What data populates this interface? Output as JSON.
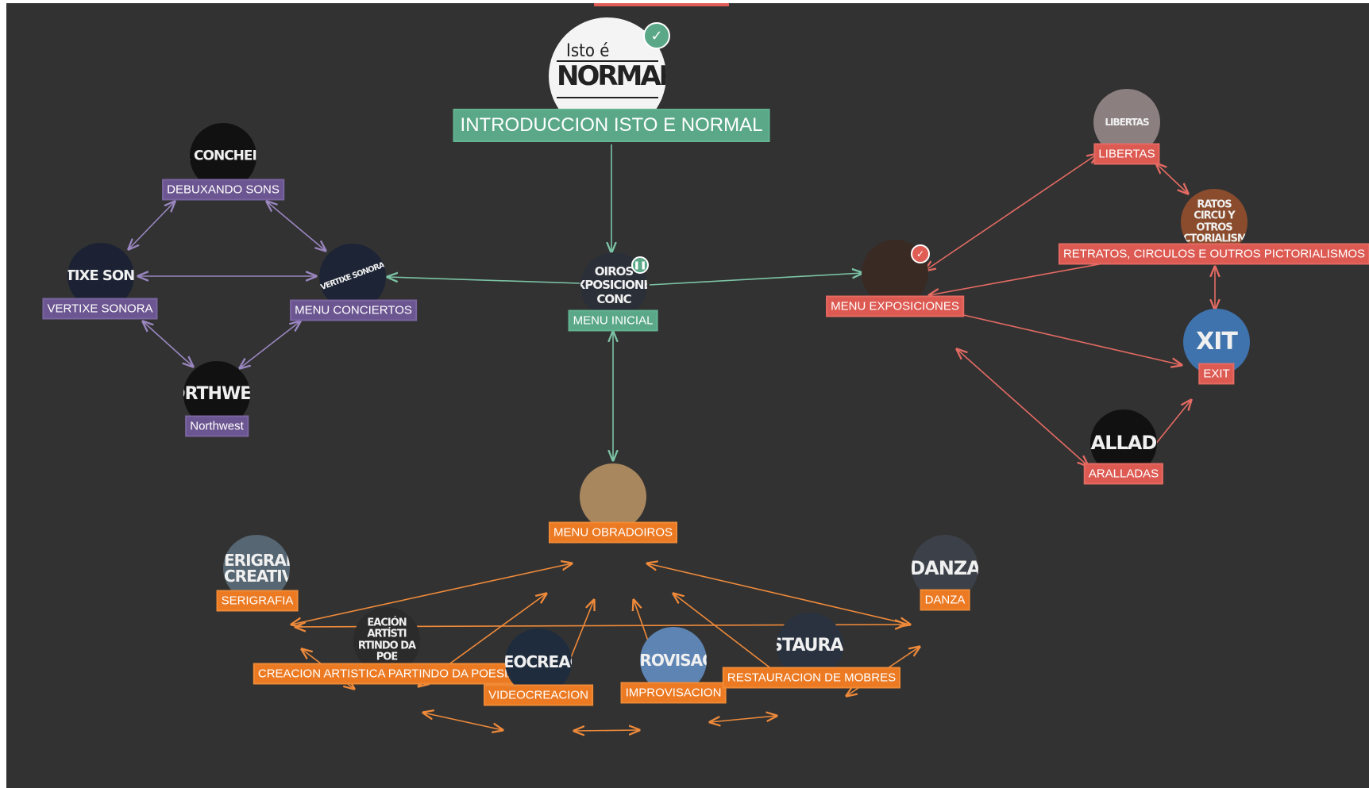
{
  "colors": {
    "background": "#323232",
    "purple": "#6c5691",
    "green": "#5aa888",
    "red": "#dd5a52",
    "orange": "#ec7a22"
  },
  "root": {
    "label": "INTRODUCCION ISTO E NORMAL",
    "logo_line1": "Isto é",
    "logo_line2": "NORMAL",
    "badge_icon": "check-icon"
  },
  "hub": {
    "label": "MENU INICIAL",
    "thumb_text": "OIROS\nEXPOSICIONES\nCONC",
    "badge_icon": "pause-icon"
  },
  "groups": {
    "concerts": {
      "menu": "MENU CONCIERTOS",
      "menu_thumb": "VERTIXE SONORA",
      "items": [
        {
          "label": "DEBUXANDO SONS",
          "thumb": "R CONCHEIR"
        },
        {
          "label": "VERTIXE SONORA",
          "thumb": "RTIXE SONO"
        },
        {
          "label": "Northwest",
          "thumb": "ORTHWES"
        }
      ]
    },
    "exhibitions": {
      "menu": "MENU EXPOSICIONES",
      "badge_icon": "check-icon",
      "items": [
        {
          "label": "LIBERTAS",
          "thumb": "LIBERTAS"
        },
        {
          "label": "RETRATOS, CIRCULOS E OUTROS PICTORIALISMOS",
          "thumb": "RATOS CIRCU Y OTROS CTORIALISMO"
        },
        {
          "label": "EXIT",
          "thumb": "XIT"
        },
        {
          "label": "ARALLADAS",
          "thumb": "RALLADA"
        }
      ]
    },
    "workshops": {
      "menu": "MENU OBRADOIROS",
      "items": [
        {
          "label": "SERIGRAFIA",
          "thumb": "ERIGRAFI CREATIVA"
        },
        {
          "label": "CREACION ARTISTICA PARTINDO DA POESIA",
          "thumb": "EACIÓN ARTÍSTI RTINDO DA POE"
        },
        {
          "label": "VIDEOCREACION",
          "thumb": "DEOCREACI"
        },
        {
          "label": "IMPROVISACION",
          "thumb": "PROVISACI"
        },
        {
          "label": "RESTAURACION DE MOBRES",
          "thumb": "ESTAURACI"
        },
        {
          "label": "DANZA",
          "thumb": "DANZA"
        }
      ]
    }
  }
}
